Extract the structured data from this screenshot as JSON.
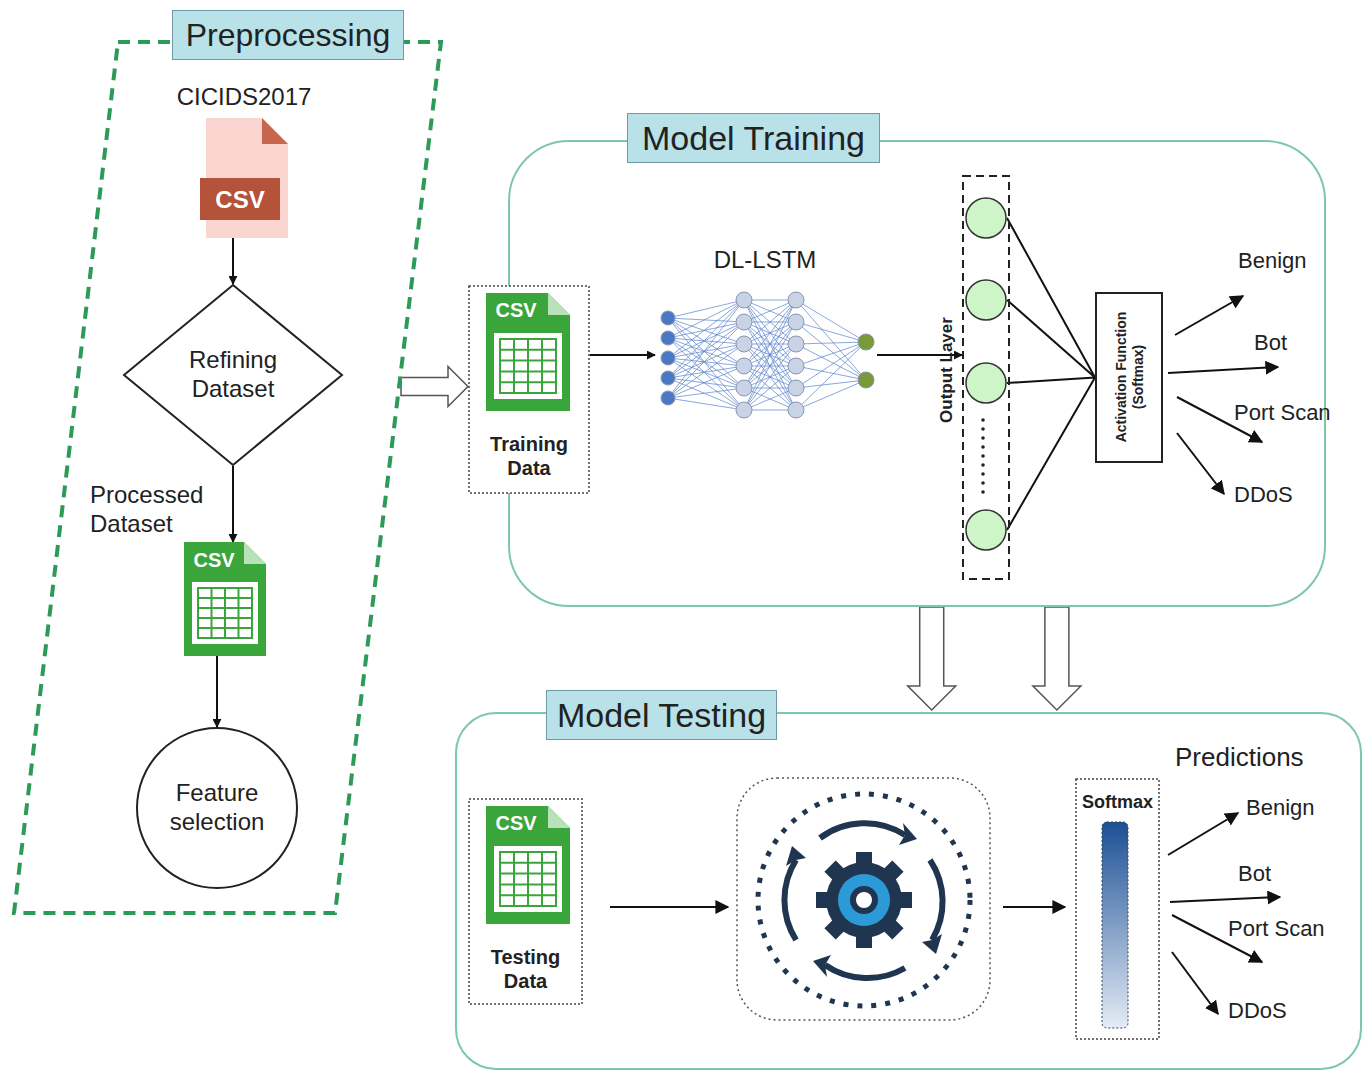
{
  "diagram": {
    "nodes": [
      {
        "text": [
          "Preprocessing"
        ]
      },
      {
        "text": [
          "CICIDS2017",
          "CSV"
        ],
        "in": 0
      },
      {
        "text": [
          "Refining Dataset"
        ],
        "in": 0
      },
      {
        "text": [
          "Processed Dataset",
          "CSV"
        ],
        "in": 0
      },
      {
        "text": [
          "Feature selection"
        ],
        "in": 0
      },
      {
        "text": [
          "Model Training"
        ]
      },
      {
        "text": [
          "CSV",
          "Training Data"
        ],
        "in": 5
      },
      {
        "text": [
          "DL-LSTM"
        ],
        "in": 5
      },
      {
        "text": [
          "Output Layer"
        ],
        "in": 5
      },
      {
        "text": [
          "Activation Function (Softmax)"
        ],
        "in": 5
      },
      {
        "text": [
          "Model Testing"
        ]
      },
      {
        "text": [
          "CSV",
          "Testing Data"
        ],
        "in": 10
      },
      {
        "text": [
          "Softmax"
        ],
        "in": 10
      }
    ],
    "edges": [
      {
        "from": 1,
        "to": 2,
        "arrow": "to"
      },
      {
        "from": 2,
        "to": 3,
        "arrow": "to"
      },
      {
        "from": 3,
        "to": 4,
        "arrow": "to"
      },
      {
        "from": 0,
        "to": 6,
        "arrow": "to"
      },
      {
        "from": 6,
        "to": 7,
        "arrow": "to"
      },
      {
        "from": 7,
        "to": 8,
        "arrow": "to"
      },
      {
        "from": 8,
        "to": 9,
        "arrow": "none"
      },
      {
        "from": 5,
        "to": 10,
        "arrow": "to"
      },
      {
        "from": 5,
        "to": 10,
        "arrow": "to"
      }
    ],
    "labels": [
      "Benign",
      "Bot",
      "Port Scan",
      "DDoS",
      "Predictions",
      "Benign",
      "Bot",
      "Port Scan",
      "DDoS"
    ]
  }
}
